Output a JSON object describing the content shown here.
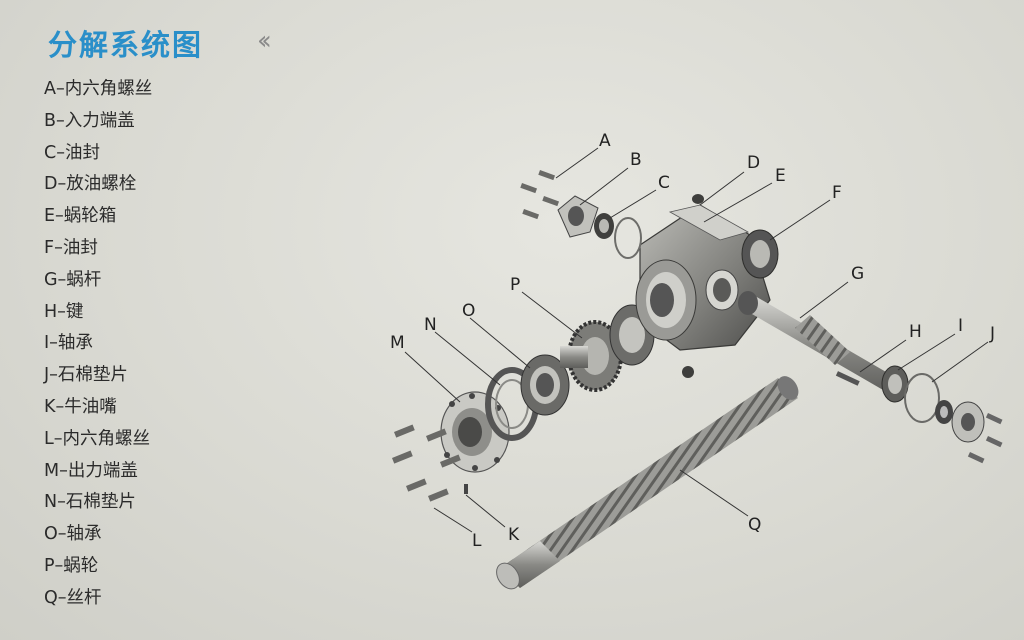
{
  "header": {
    "title": "分解系统图",
    "chevron_icon": "double-chevron-left-icon"
  },
  "legend": [
    "A–内六角螺丝",
    "B–入力端盖",
    "C–油封",
    "D–放油螺栓",
    "E–蜗轮箱",
    "F–油封",
    "G–蜗杆",
    "H–键",
    "I–轴承",
    "J–石棉垫片",
    "K–牛油嘴",
    "L–内六角螺丝",
    "M–出力端盖",
    "N–石棉垫片",
    "O–轴承",
    "P–蜗轮",
    "Q–丝杆"
  ],
  "callouts": {
    "A": "A",
    "B": "B",
    "C": "C",
    "D": "D",
    "E": "E",
    "F": "F",
    "G": "G",
    "H": "H",
    "I": "I",
    "J": "J",
    "K": "K",
    "L": "L",
    "M": "M",
    "N": "N",
    "O": "O",
    "P": "P",
    "Q": "Q"
  },
  "colors": {
    "title": "#2a8fc9",
    "background": "#dcdcd6",
    "part_dark": "#4a4a4a",
    "part_mid": "#8c8c8c",
    "part_light": "#c4c4c0"
  }
}
